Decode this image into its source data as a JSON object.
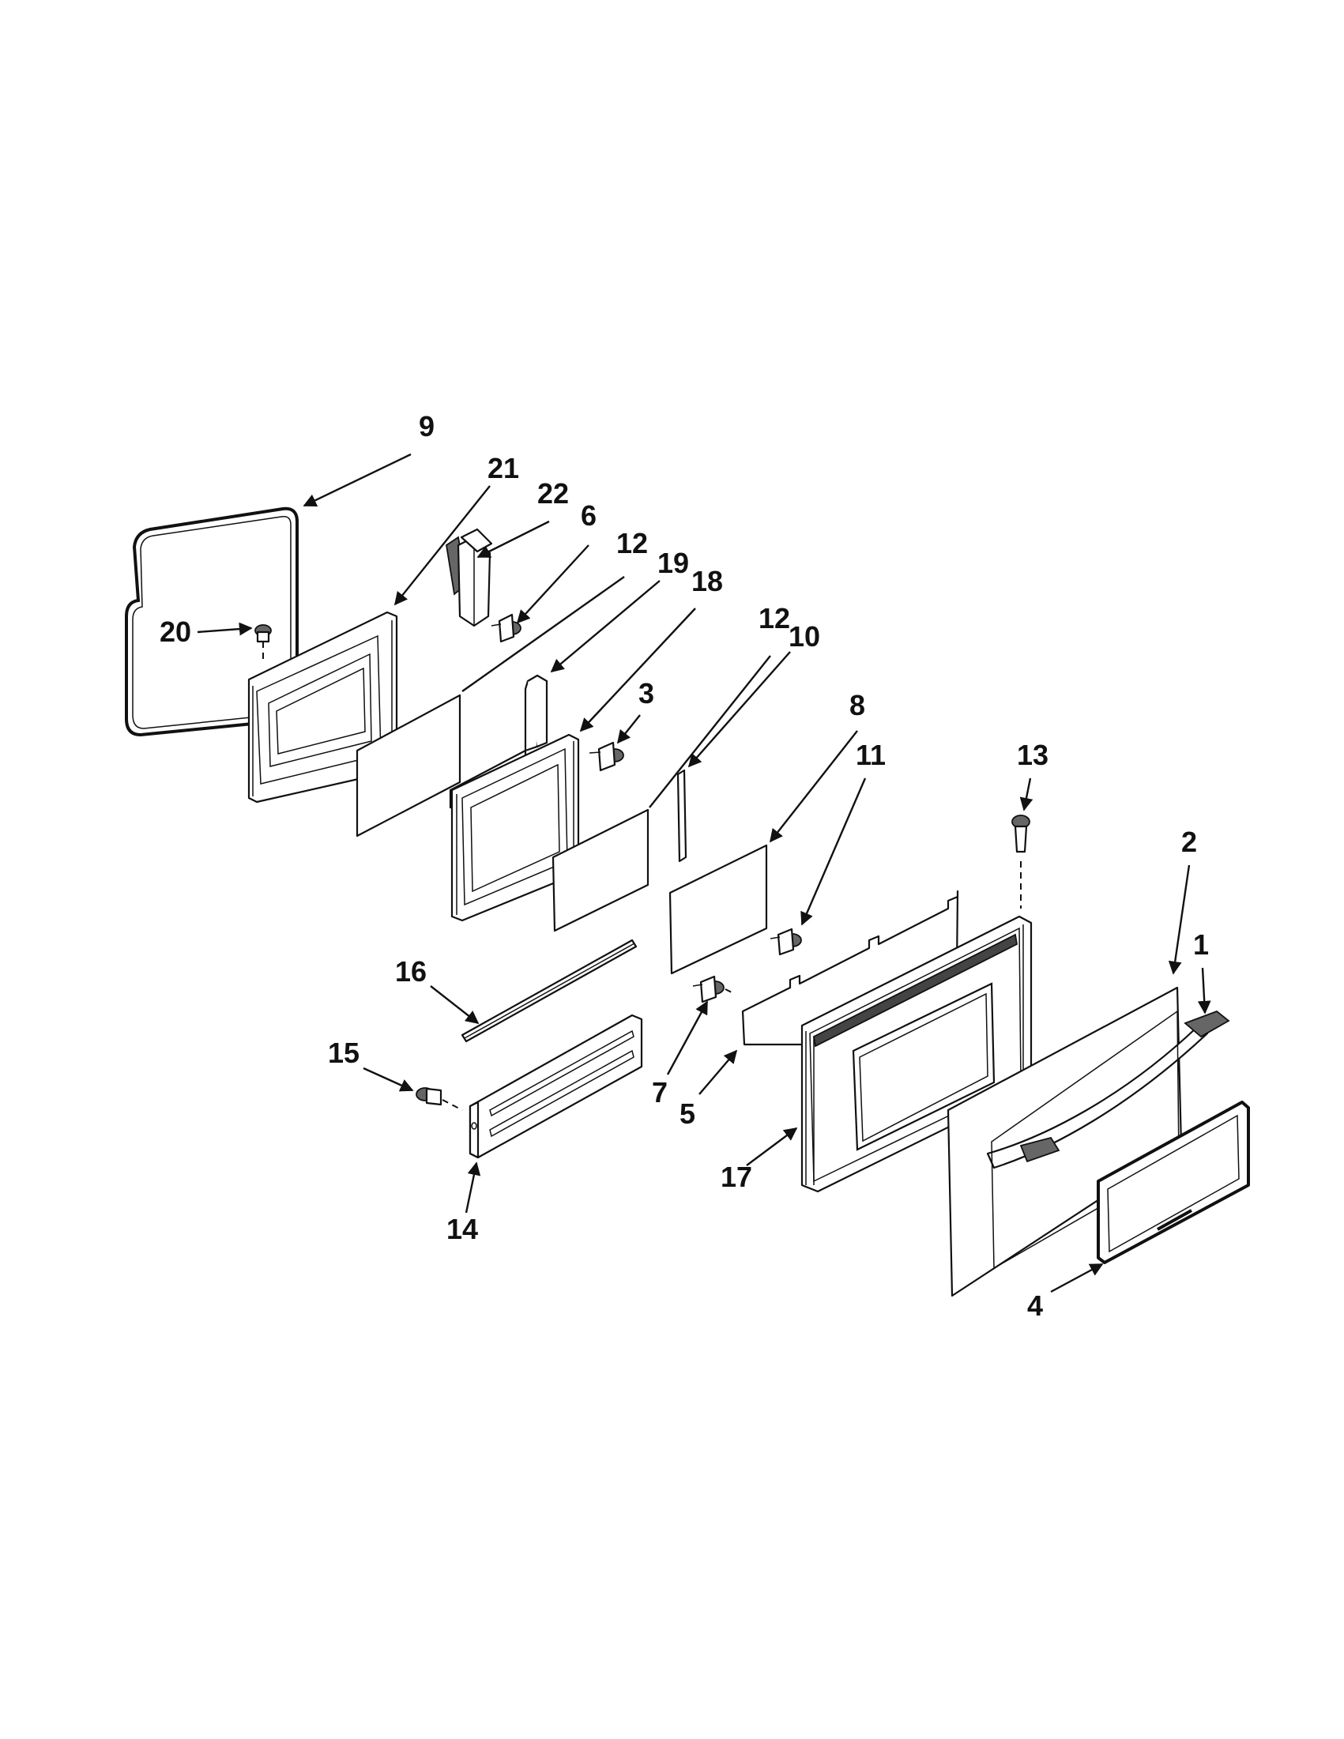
{
  "callouts": [
    {
      "id": "c1",
      "label": "1"
    },
    {
      "id": "c2",
      "label": "2"
    },
    {
      "id": "c3",
      "label": "3"
    },
    {
      "id": "c4",
      "label": "4"
    },
    {
      "id": "c5",
      "label": "5"
    },
    {
      "id": "c6",
      "label": "6"
    },
    {
      "id": "c7",
      "label": "7"
    },
    {
      "id": "c8",
      "label": "8"
    },
    {
      "id": "c9",
      "label": "9"
    },
    {
      "id": "c10",
      "label": "10"
    },
    {
      "id": "c11",
      "label": "11"
    },
    {
      "id": "c12a",
      "label": "12"
    },
    {
      "id": "c12b",
      "label": "12"
    },
    {
      "id": "c13",
      "label": "13"
    },
    {
      "id": "c14",
      "label": "14"
    },
    {
      "id": "c15",
      "label": "15"
    },
    {
      "id": "c16",
      "label": "16"
    },
    {
      "id": "c17",
      "label": "17"
    },
    {
      "id": "c18",
      "label": "18"
    },
    {
      "id": "c19",
      "label": "19"
    },
    {
      "id": "c20",
      "label": "20"
    },
    {
      "id": "c21",
      "label": "21"
    },
    {
      "id": "c22",
      "label": "22"
    }
  ]
}
